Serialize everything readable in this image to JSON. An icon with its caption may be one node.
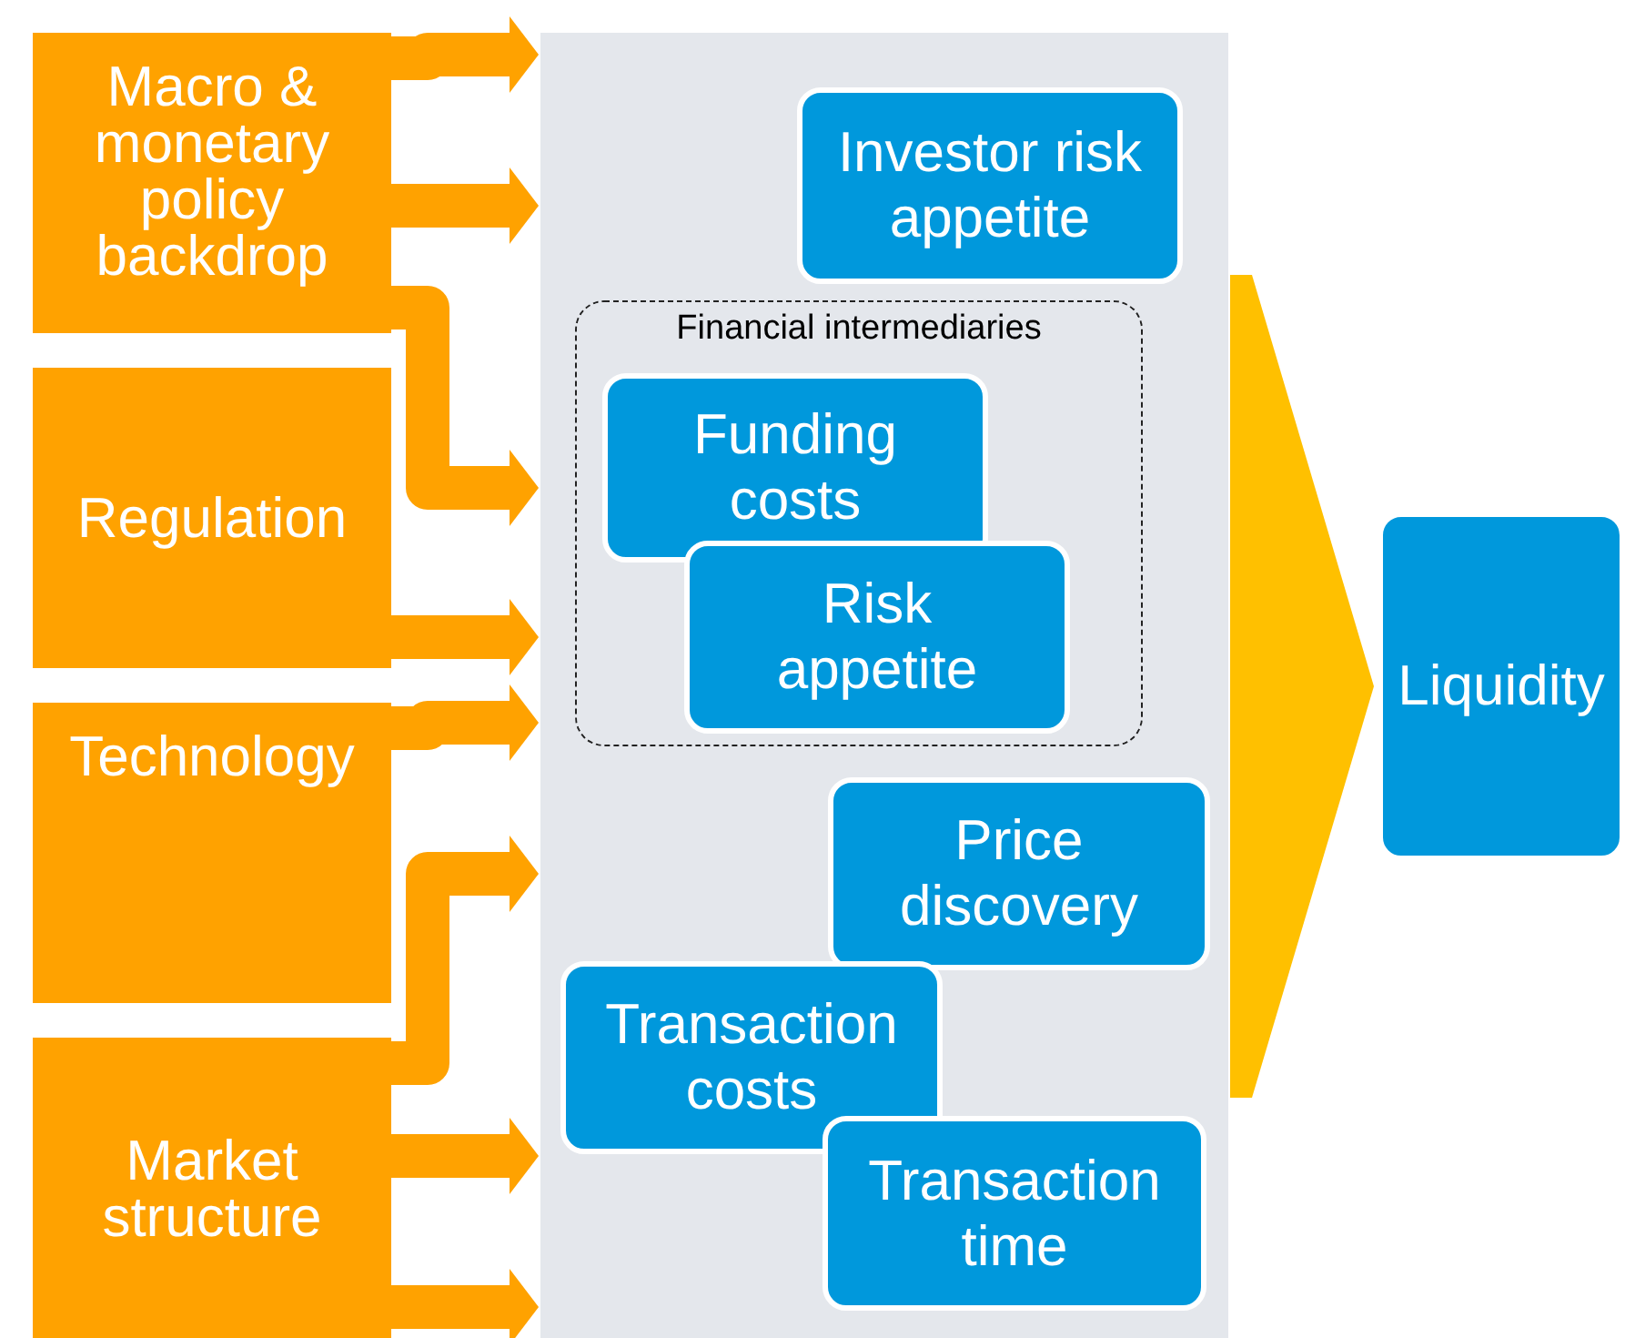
{
  "diagram": {
    "nodes": [
      {
        "text": [
          "Macro & monetary policy backdrop"
        ]
      },
      {
        "text": [
          "Regulation"
        ]
      },
      {
        "text": [
          "Technology"
        ]
      },
      {
        "text": [
          "Market structure"
        ]
      },
      {
        "text": [],
        "shape": "box"
      },
      {
        "text": [
          "Investor risk appetite"
        ],
        "in": 4
      },
      {
        "text": [
          "Financial intermediaries"
        ],
        "in": 4
      },
      {
        "text": [
          "Funding costs"
        ],
        "in": 6
      },
      {
        "text": [
          "Risk appetite"
        ],
        "in": 6
      },
      {
        "text": [
          "Price discovery"
        ],
        "in": 4
      },
      {
        "text": [
          "Transaction costs"
        ],
        "in": 4
      },
      {
        "text": [
          "Transaction time"
        ],
        "in": 4
      },
      {
        "text": [
          "Liquidity"
        ]
      }
    ],
    "edges": [
      {
        "from": 0,
        "to": 4,
        "arrow": "to"
      },
      {
        "from": 0,
        "to": 4,
        "arrow": "to"
      },
      {
        "from": 0,
        "to": 4,
        "arrow": "to"
      },
      {
        "from": 1,
        "to": 4,
        "arrow": "to"
      },
      {
        "from": 2,
        "to": 4,
        "arrow": "to"
      },
      {
        "from": 3,
        "to": 4,
        "arrow": "to"
      },
      {
        "from": 3,
        "to": 4,
        "arrow": "to"
      },
      {
        "from": 3,
        "to": 4,
        "arrow": "to"
      },
      {
        "from": 4,
        "to": 12,
        "arrow": "to",
        "style": "thick",
        "color": "#ffc000"
      }
    ]
  }
}
